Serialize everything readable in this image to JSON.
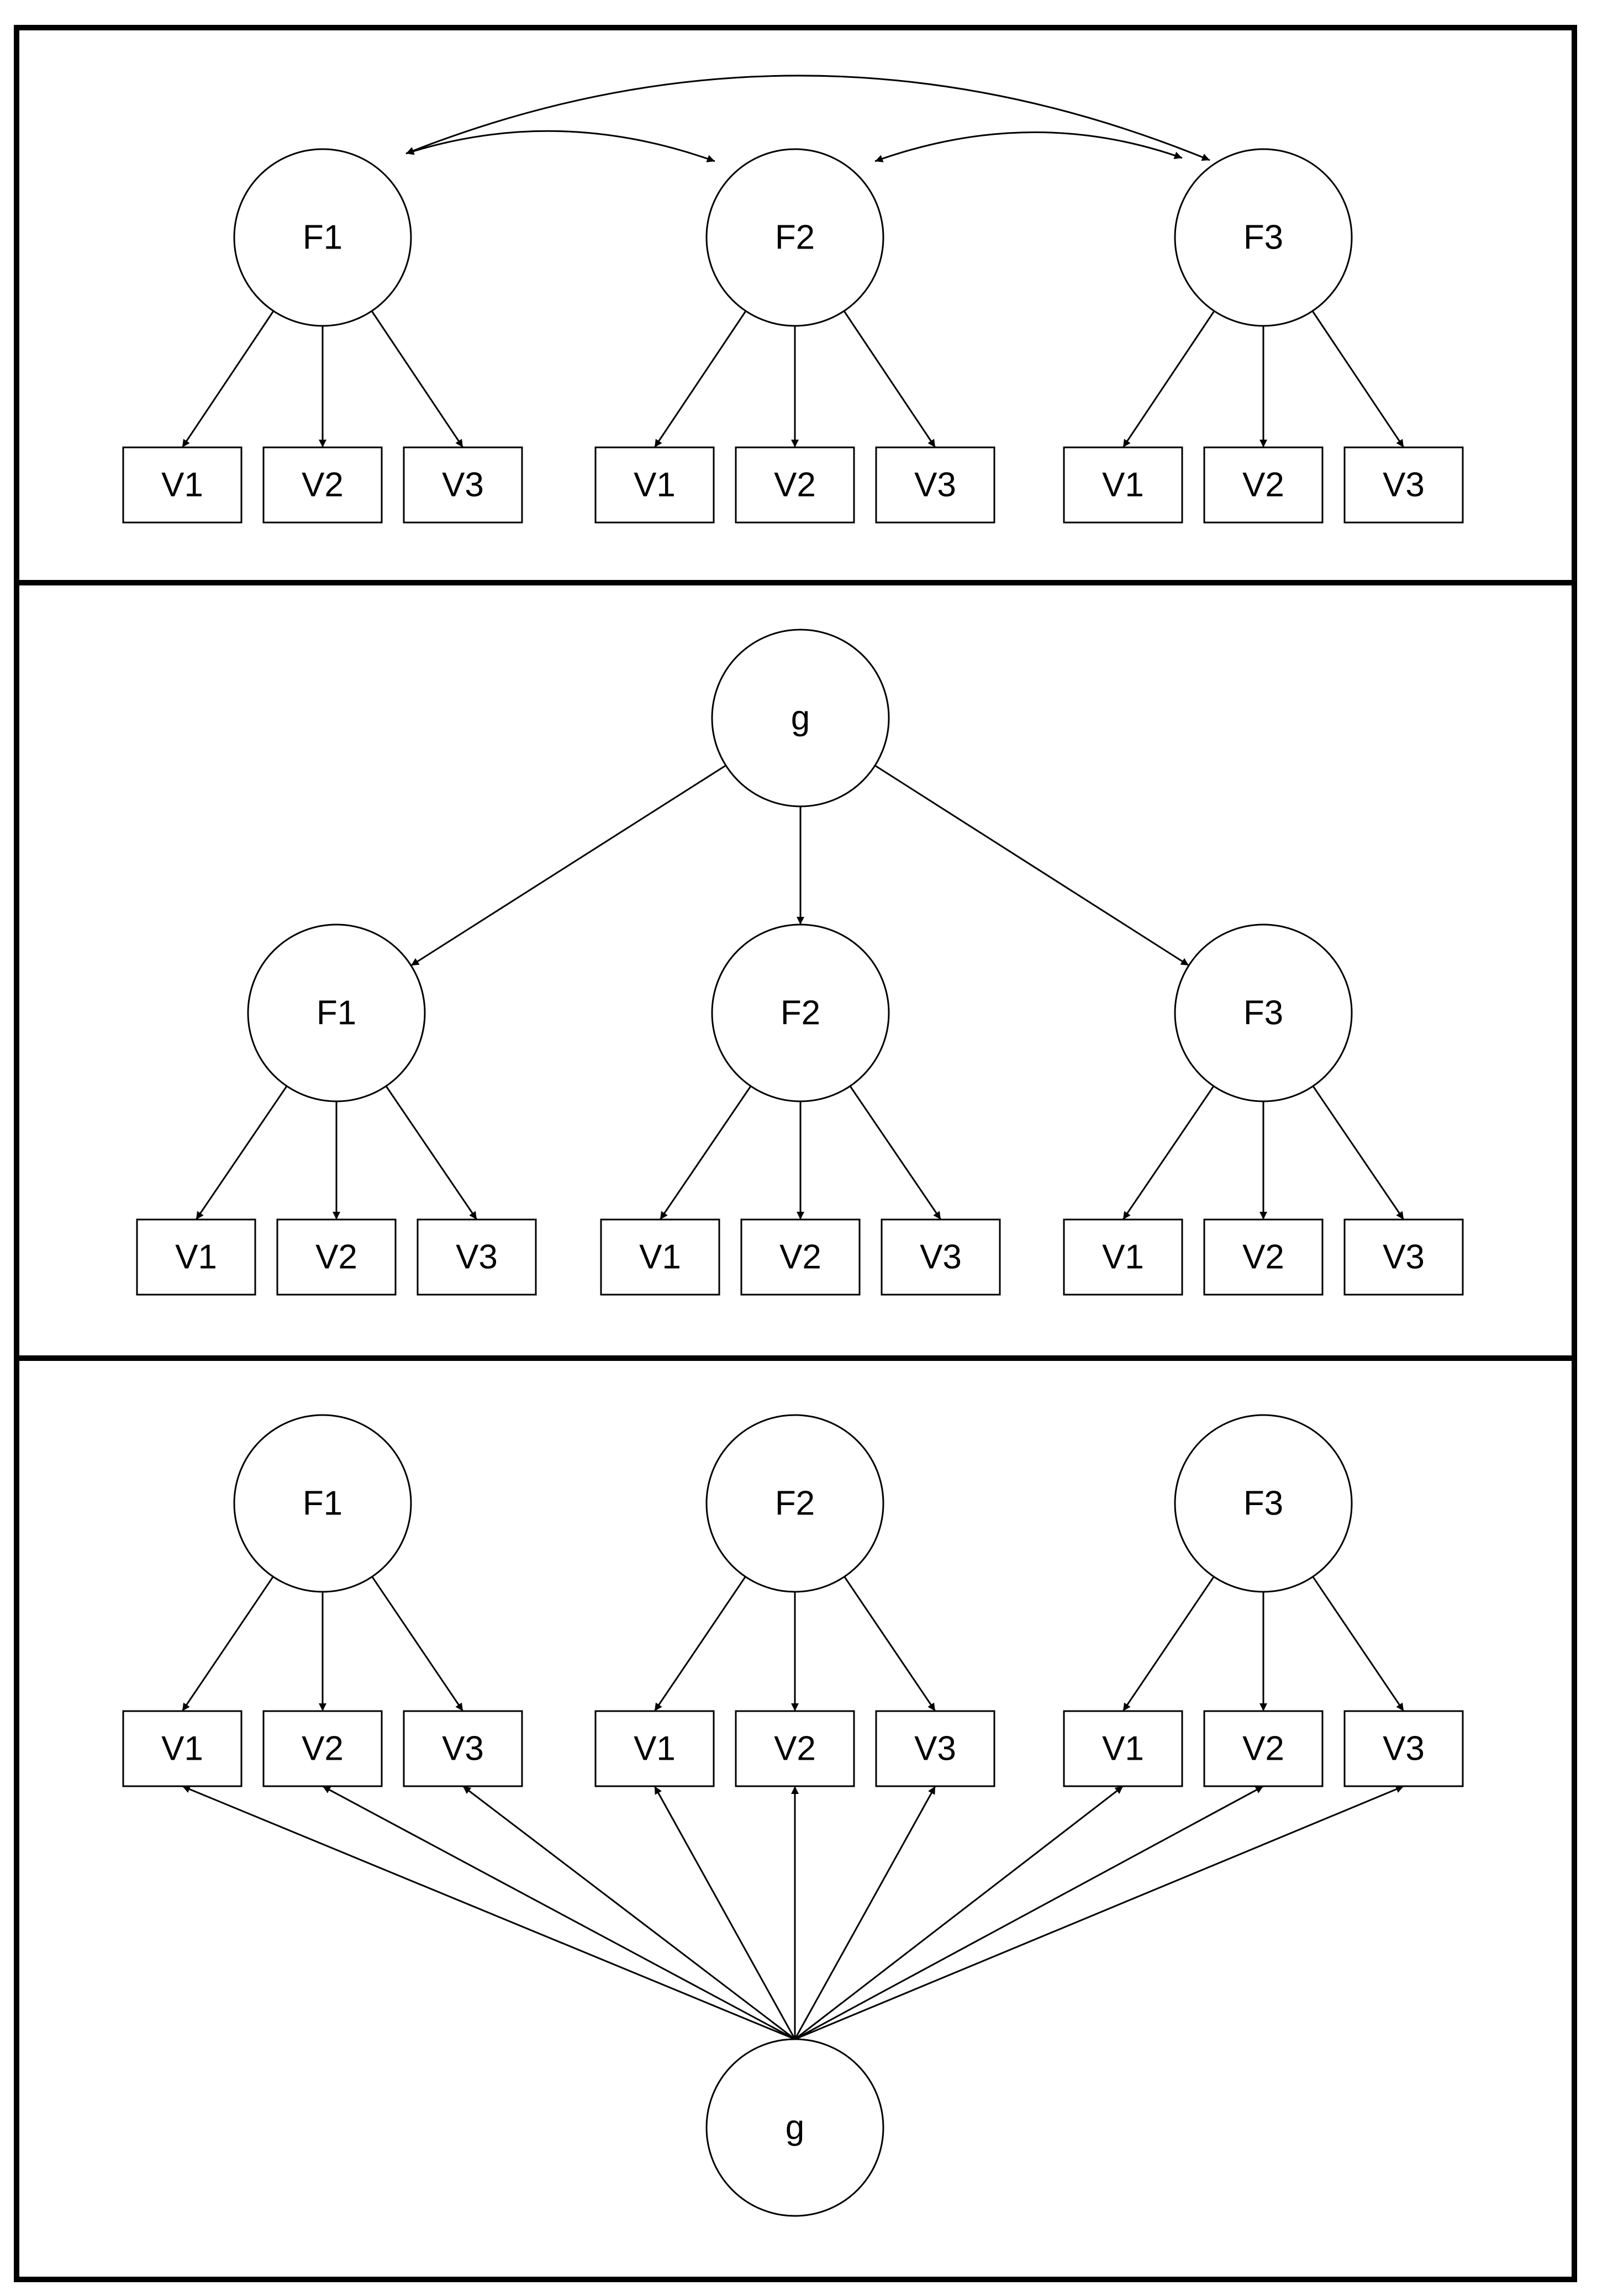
{
  "colors": {
    "line": "#000000",
    "background": "#ffffff"
  },
  "panels": [
    {
      "id": "correlated-factors",
      "factors": [
        "F1",
        "F2",
        "F3"
      ],
      "indicators": [
        [
          "V1",
          "V2",
          "V3"
        ],
        [
          "V1",
          "V2",
          "V3"
        ],
        [
          "V1",
          "V2",
          "V3"
        ]
      ]
    },
    {
      "id": "higher-order",
      "general": "g",
      "factors": [
        "F1",
        "F2",
        "F3"
      ],
      "indicators": [
        [
          "V1",
          "V2",
          "V3"
        ],
        [
          "V1",
          "V2",
          "V3"
        ],
        [
          "V1",
          "V2",
          "V3"
        ]
      ]
    },
    {
      "id": "bifactor",
      "general": "g",
      "factors": [
        "F1",
        "F2",
        "F3"
      ],
      "indicators": [
        [
          "V1",
          "V2",
          "V3"
        ],
        [
          "V1",
          "V2",
          "V3"
        ],
        [
          "V1",
          "V2",
          "V3"
        ]
      ]
    }
  ]
}
